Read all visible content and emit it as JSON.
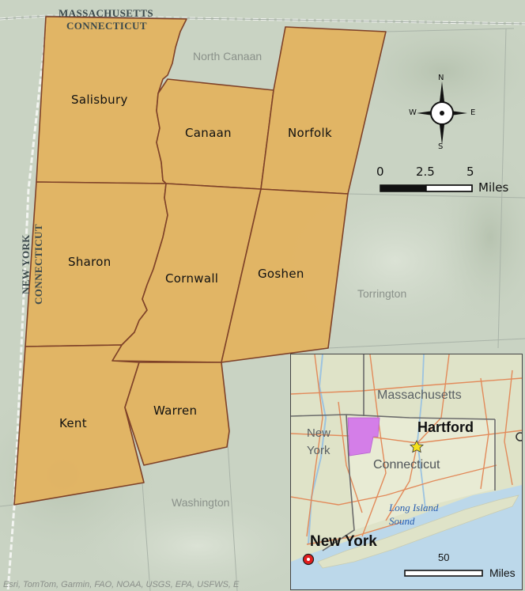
{
  "state_labels": {
    "north_top": "MASSACHUSETTS",
    "north_bottom": "CONNECTICUT",
    "west_top": "NEW YORK",
    "west_bottom": "CONNECTICUT"
  },
  "towns": [
    {
      "name": "Salisbury"
    },
    {
      "name": "Canaan"
    },
    {
      "name": "Norfolk"
    },
    {
      "name": "Sharon"
    },
    {
      "name": "Cornwall"
    },
    {
      "name": "Goshen"
    },
    {
      "name": "Kent"
    },
    {
      "name": "Warren"
    }
  ],
  "outside_towns": [
    {
      "name": "North Canaan"
    },
    {
      "name": "Torrington"
    },
    {
      "name": "Washington"
    }
  ],
  "compass": {
    "n": "N",
    "s": "S",
    "e": "E",
    "w": "W"
  },
  "scale_bar": {
    "ticks": [
      "0",
      "2.5",
      "5"
    ],
    "unit": "Miles"
  },
  "inset": {
    "labels": {
      "massachusetts": "Massachusetts",
      "new": "New",
      "york": "York",
      "hartford": "Hartford",
      "connecticut": "Connecticut",
      "long_island": "Long Island",
      "sound": "Sound",
      "new_york_city": "New York"
    },
    "scale_bar": {
      "value": "50",
      "unit": "Miles"
    },
    "highlight_color": "#d47ee8"
  },
  "credits": "Esri, TomTom, Garmin, FAO, NOAA, USGS, EPA, USFWS, E",
  "colors": {
    "town_fill": "#e3b461",
    "town_border": "#7a3a20",
    "basemap": "#c9d3c3",
    "inset_land": "#dfe3c8",
    "inset_water": "#bcd8ea",
    "roads": "#e28a5a"
  }
}
